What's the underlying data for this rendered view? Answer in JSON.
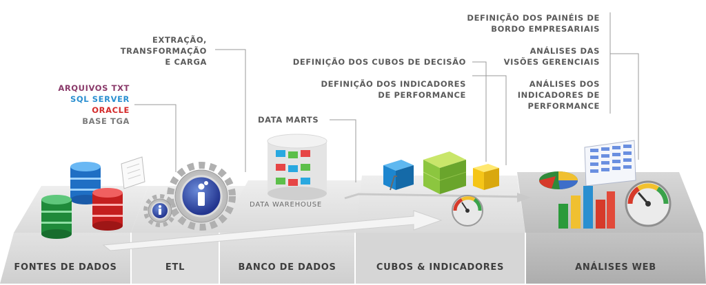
{
  "sources": {
    "txt": "ARQUIVOS TXT",
    "sql": "SQL SERVER",
    "oracle": "ORACLE",
    "tga": "BASE TGA"
  },
  "etl_note": [
    "EXTRAÇÃO,",
    "TRANSFORMAÇÃO",
    "E CARGA"
  ],
  "data_marts": "DATA MARTS",
  "data_warehouse": "DATA WAREHOUSE",
  "cube_notes": {
    "cubes": "DEFINIÇÃO DOS CUBOS DE DECISÃO",
    "indicators": [
      "DEFINIÇÃO DOS INDICADORES",
      "DE PERFORMANCE"
    ]
  },
  "web_notes": {
    "panels": [
      "DEFINIÇÃO DOS PAINÉIS DE",
      "BORDO EMPRESARIAIS"
    ],
    "views": [
      "ANÁLISES DAS",
      "VISÕES GERENCIAIS"
    ],
    "indicators": [
      "ANÁLISES DOS",
      "INDICADORES DE",
      "PERFORMANCE"
    ]
  },
  "stages": [
    {
      "label": "FONTES DE DADOS"
    },
    {
      "label": "ETL"
    },
    {
      "label": "BANCO DE DADOS"
    },
    {
      "label": "CUBOS & INDICADORES"
    },
    {
      "label": "ANÁLISES WEB"
    }
  ],
  "colors": {
    "txt": "#8a3a6a",
    "sql": "#2a8fd0",
    "oracle": "#d42a2a",
    "tga": "#7a7a7a",
    "text": "#5a5a5a",
    "line": "#9a9a9a"
  }
}
